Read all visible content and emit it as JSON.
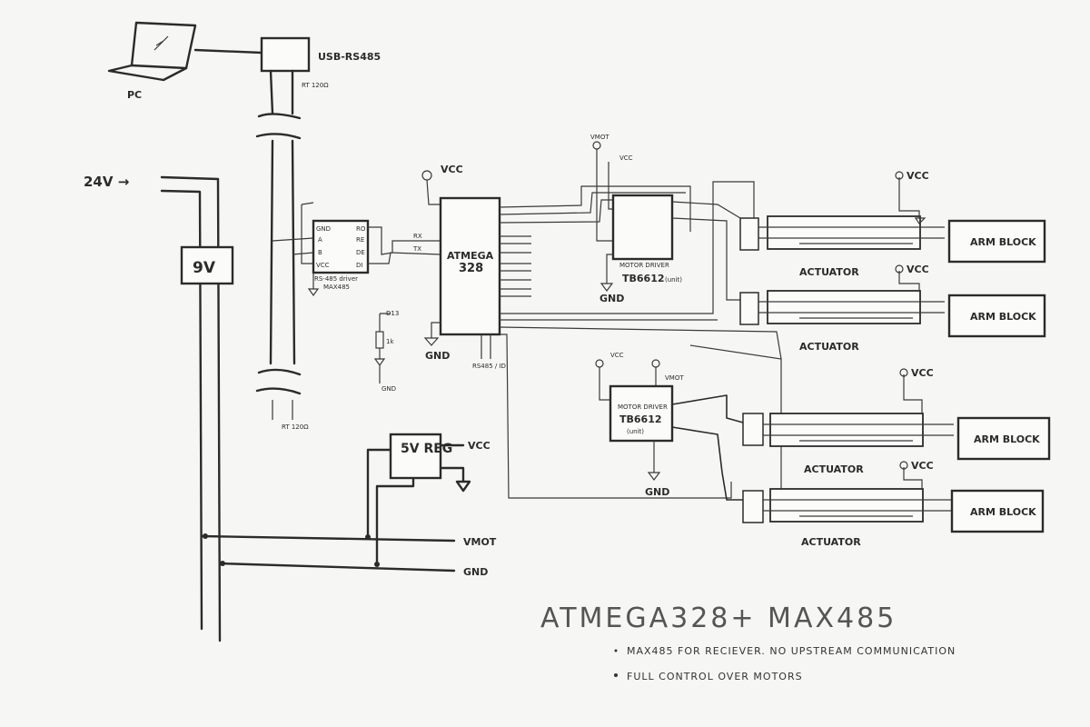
{
  "pc": {
    "label": "PC"
  },
  "usb": {
    "label": "USB-RS485"
  },
  "cable": {
    "top_term": "RT 120Ω",
    "bottom_term": "RT 120Ω"
  },
  "power": {
    "input": "24V →",
    "regulator_9v": "9V",
    "regulator_5v": "5V REG",
    "vcc": "VCC",
    "vmot": "VMOT",
    "gnd": "GND"
  },
  "max485": {
    "pins_left": [
      "GND",
      "A",
      "B",
      "VCC"
    ],
    "pins_right": [
      "RO",
      "RE",
      "DE",
      "DI"
    ],
    "caption_1": "RS-485 driver",
    "caption_2": "MAX485"
  },
  "mcu": {
    "line1": "ATMEGA",
    "line2": "328",
    "rx": "RX",
    "tx": "TX",
    "vcc": "VCC",
    "gnd": "GND",
    "led_label": "D13",
    "resistor": "1k",
    "led_gnd": "GND",
    "reset_note": "RS485 / ID"
  },
  "driver_top": {
    "line1": "MOTOR DRIVER",
    "line2": "TB6612",
    "suffix": "(unit)",
    "vmot": "VMOT",
    "vcc": "VCC",
    "gnd": "GND"
  },
  "driver_bottom": {
    "line1": "MOTOR DRIVER",
    "line2": "TB6612",
    "suffix": "(unit)",
    "vcc": "VCC",
    "vmot": "VMOT",
    "gnd": "GND"
  },
  "actuators": [
    {
      "label": "ACTUATOR",
      "vcc": "VCC",
      "block": "ARM BLOCK"
    },
    {
      "label": "ACTUATOR",
      "vcc": "VCC",
      "block": "ARM BLOCK"
    },
    {
      "label": "ACTUATOR",
      "vcc": "VCC",
      "block": "ARM BLOCK"
    },
    {
      "label": "ACTUATOR",
      "vcc": "VCC",
      "block": "ARM BLOCK"
    }
  ],
  "title": "ATMEGA328+ MAX485",
  "notes": [
    "MAX485 FOR RECIEVER. NO UPSTREAM COMMUNICATION",
    "FULL CONTROL OVER MOTORS"
  ]
}
